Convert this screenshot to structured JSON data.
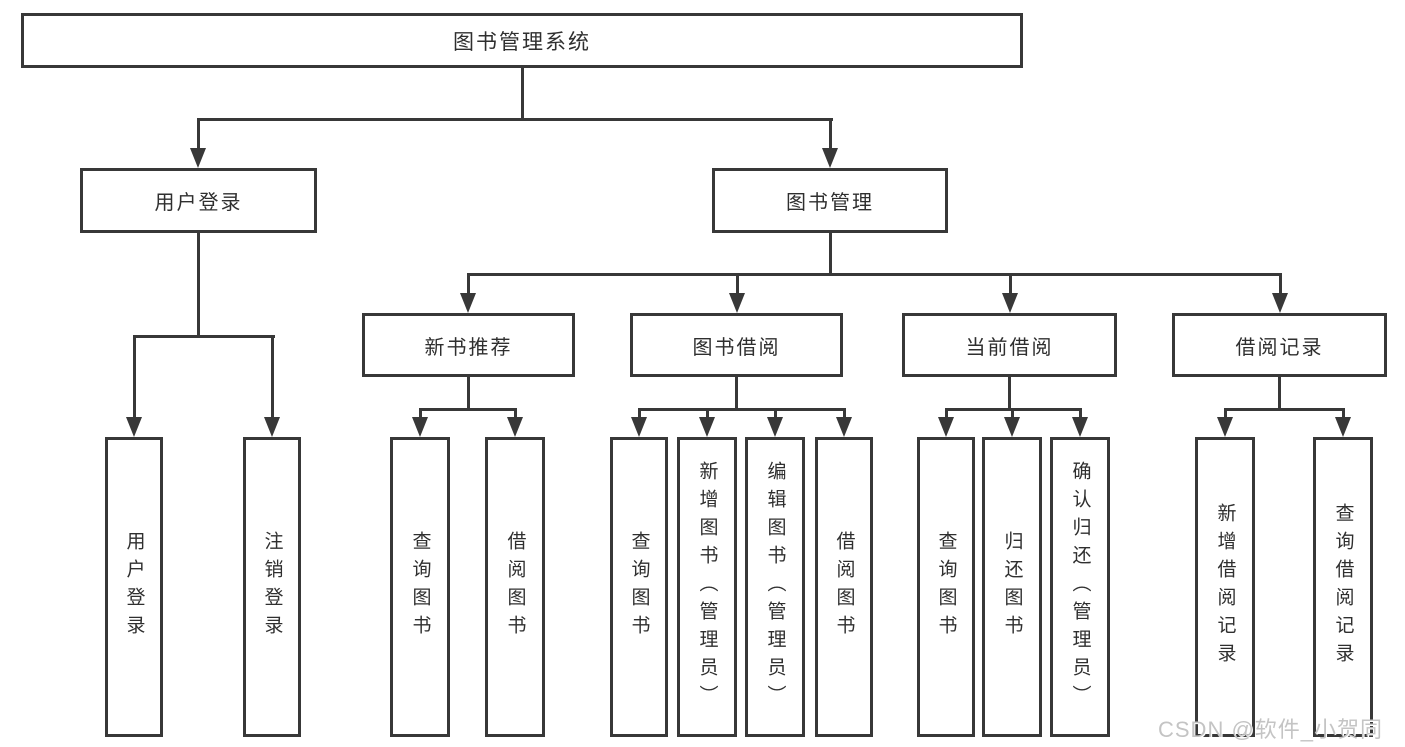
{
  "diagram": {
    "root": "图书管理系统",
    "level2": [
      "用户登录",
      "图书管理"
    ],
    "level3": [
      "新书推荐",
      "图书借阅",
      "当前借阅",
      "借阅记录"
    ],
    "leaves": {
      "user": [
        "用户登录",
        "注销登录"
      ],
      "recommend": [
        "查询图书",
        "借阅图书"
      ],
      "borrow": [
        "查询图书",
        "新增图书（管理员）",
        "编辑图书（管理员）",
        "借阅图书"
      ],
      "current": [
        "查询图书",
        "归还图书",
        "确认归还（管理员）"
      ],
      "records": [
        "新增借阅记录",
        "查询借阅记录"
      ]
    }
  },
  "watermark": "CSDN @软件_小贺同学",
  "colors": {
    "line": "#383838",
    "text": "#2f2f2f",
    "background": "#ffffff",
    "watermark": "#c4c4c4"
  }
}
